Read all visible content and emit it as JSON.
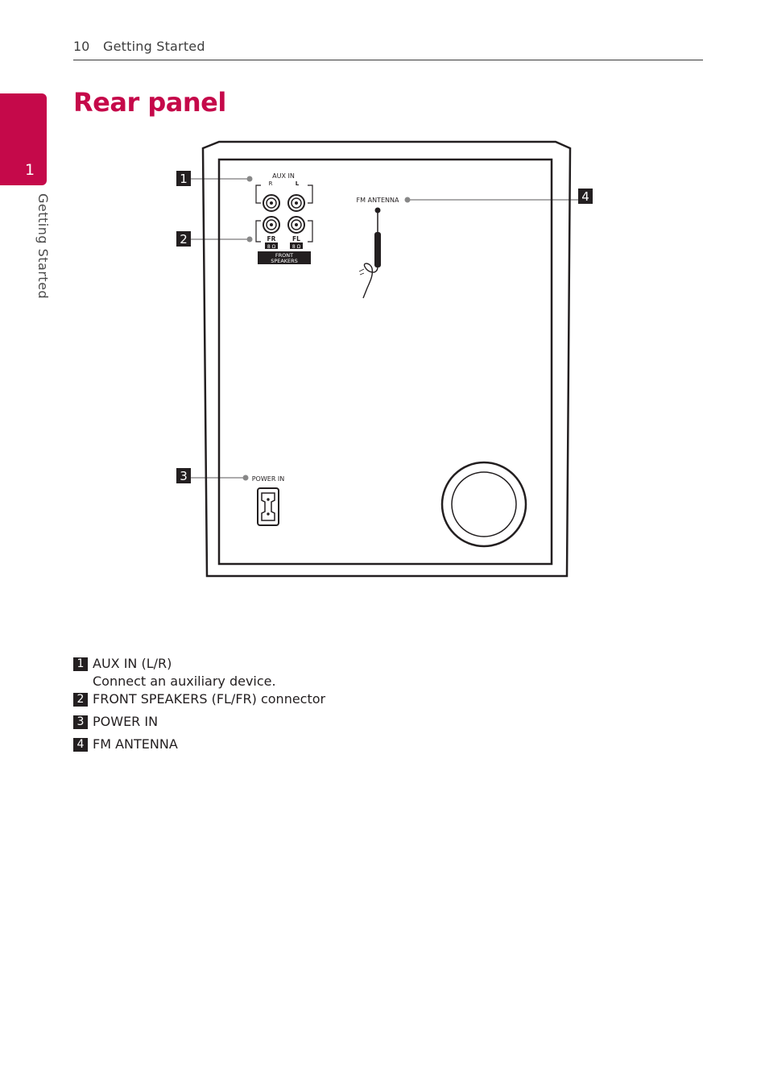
{
  "header": {
    "page_number": "10",
    "section": "Getting Started"
  },
  "side_tab": {
    "number": "1",
    "label": "Getting Started"
  },
  "title": "Rear panel",
  "diagram": {
    "callouts": [
      "1",
      "2",
      "3",
      "4"
    ],
    "labels": {
      "aux_in": "AUX IN",
      "r": "R",
      "l": "L",
      "fr": "FR",
      "fl": "FL",
      "ohm_fr": "8 Ω",
      "ohm_fl": "8 Ω",
      "front_line1": "FRONT",
      "front_line2": "SPEAKERS",
      "fm_antenna": "FM ANTENNA",
      "power_in": "POWER IN"
    }
  },
  "legend": [
    {
      "num": "1",
      "name": "AUX IN",
      "suffix": " (L/R)",
      "desc": "Connect an auxiliary device."
    },
    {
      "num": "2",
      "name": "FRONT SPEAKERS",
      "suffix": " (FL/FR) connector"
    },
    {
      "num": "3",
      "name": "POWER IN",
      "suffix": ""
    },
    {
      "num": "4",
      "name": "FM ANTENNA",
      "suffix": ""
    }
  ]
}
